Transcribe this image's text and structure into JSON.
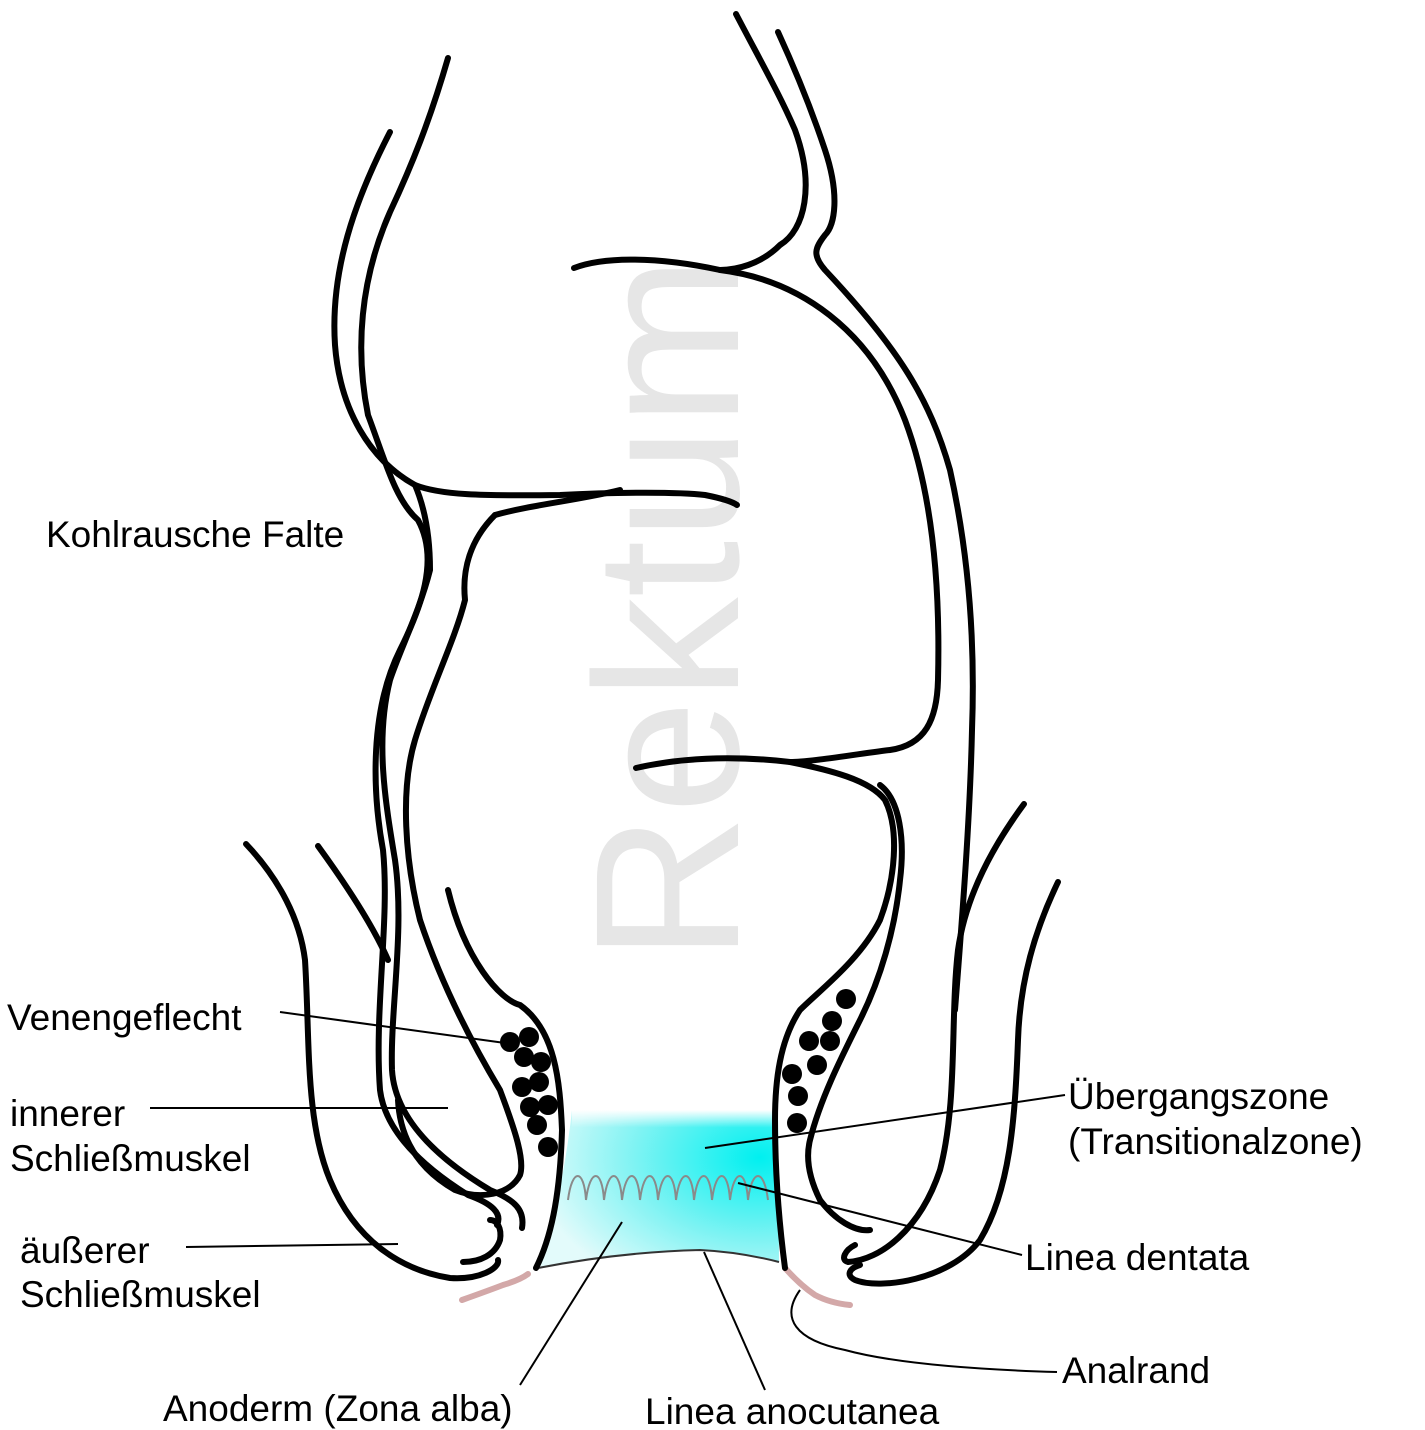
{
  "watermark": "Rektum",
  "labels": {
    "kohlrausch": "Kohlrausche Falte",
    "venengeflecht": "Venengeflecht",
    "innerer_1": "innerer",
    "innerer_2": "Schließmuskel",
    "aeusserer_1": "äußerer",
    "aeusserer_2": "Schließmuskel",
    "anoderm": "Anoderm (Zona alba)",
    "anocutanea": "Linea anocutanea",
    "uebergang_1": "Übergangszone",
    "uebergang_2": "(Transitionalzone)",
    "dentata": "Linea dentata",
    "analrand": "Analrand"
  },
  "colors": {
    "outline": "#000000",
    "transition_zone": "#00f0f0",
    "skin": "#d3a8a8",
    "watermark": "#e6e6e6"
  }
}
